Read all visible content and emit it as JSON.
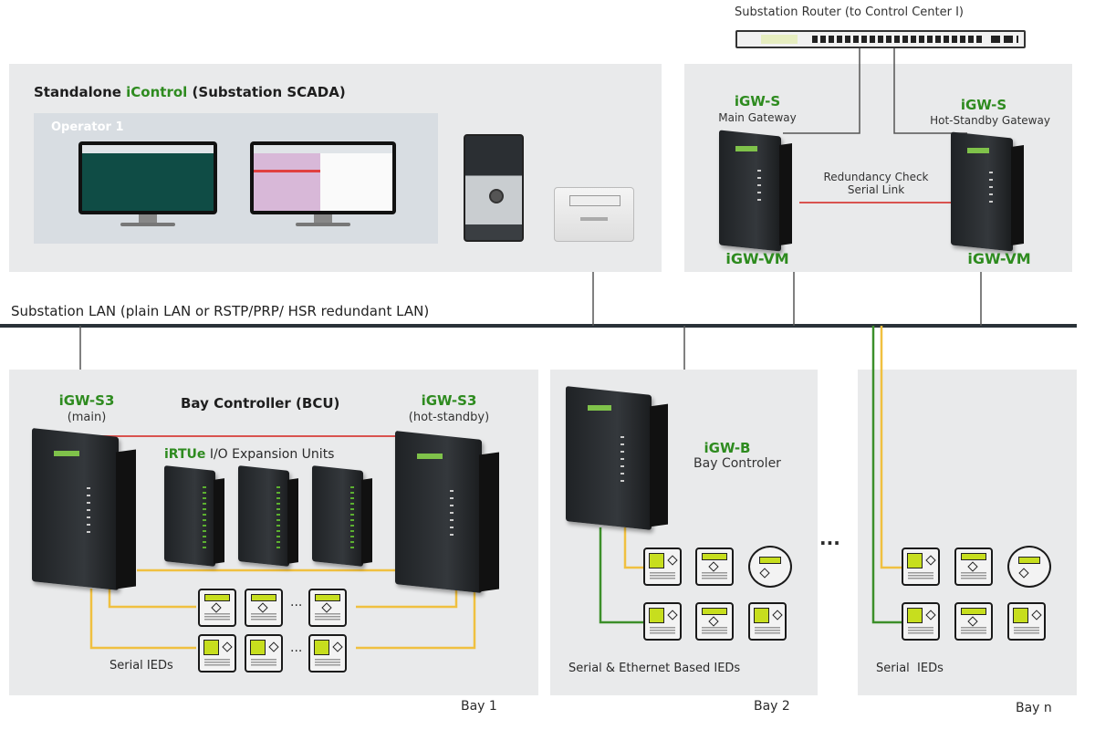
{
  "router": {
    "label": "Substation Router (to Control Center I)"
  },
  "scada_panel": {
    "title_prefix": "Standalone ",
    "title_brand": "iControl",
    "title_suffix": " (Substation SCADA)",
    "operator_label": "Operator 1"
  },
  "gateway_panel": {
    "main": {
      "name": "iGW-S",
      "role": "Main Gateway",
      "model": "iGW-VM"
    },
    "standby": {
      "name": "iGW-S",
      "role": "Hot-Standby Gateway",
      "model": "iGW-VM"
    },
    "link_label_line1": "Redundancy Check",
    "link_label_line2": "Serial Link"
  },
  "lan": {
    "label": "Substation LAN (plain LAN or RSTP/PRP/ HSR redundant LAN)"
  },
  "bay1": {
    "title": "Bay Controller (BCU)",
    "main": {
      "name": "iGW-S3",
      "role": "(main)"
    },
    "standby": {
      "name": "iGW-S3",
      "role": "(hot-standby)"
    },
    "expansion_brand": "iRTUe",
    "expansion_label": " I/O Expansion Units",
    "ieds_label": "Serial IEDs",
    "ellipsis": "...",
    "bay_label": "Bay 1"
  },
  "bay2": {
    "name": "iGW-B",
    "role": "Bay Controler",
    "ieds_label": "Serial & Ethernet Based IEDs",
    "bay_label": "Bay 2"
  },
  "between_bays": "...",
  "bayn": {
    "ieds_label": "Serial  IEDs",
    "bay_label": "Bay n"
  },
  "colors": {
    "brand_green": "#2e8b1f",
    "redundancy_red": "#d9534f",
    "serial_yellow": "#f0c040",
    "ethernet_green": "#3c8f2a",
    "lan_dark": "#2a3238",
    "panel_gray": "#e9eaeb",
    "ied_lcd": "#c7de1e"
  }
}
